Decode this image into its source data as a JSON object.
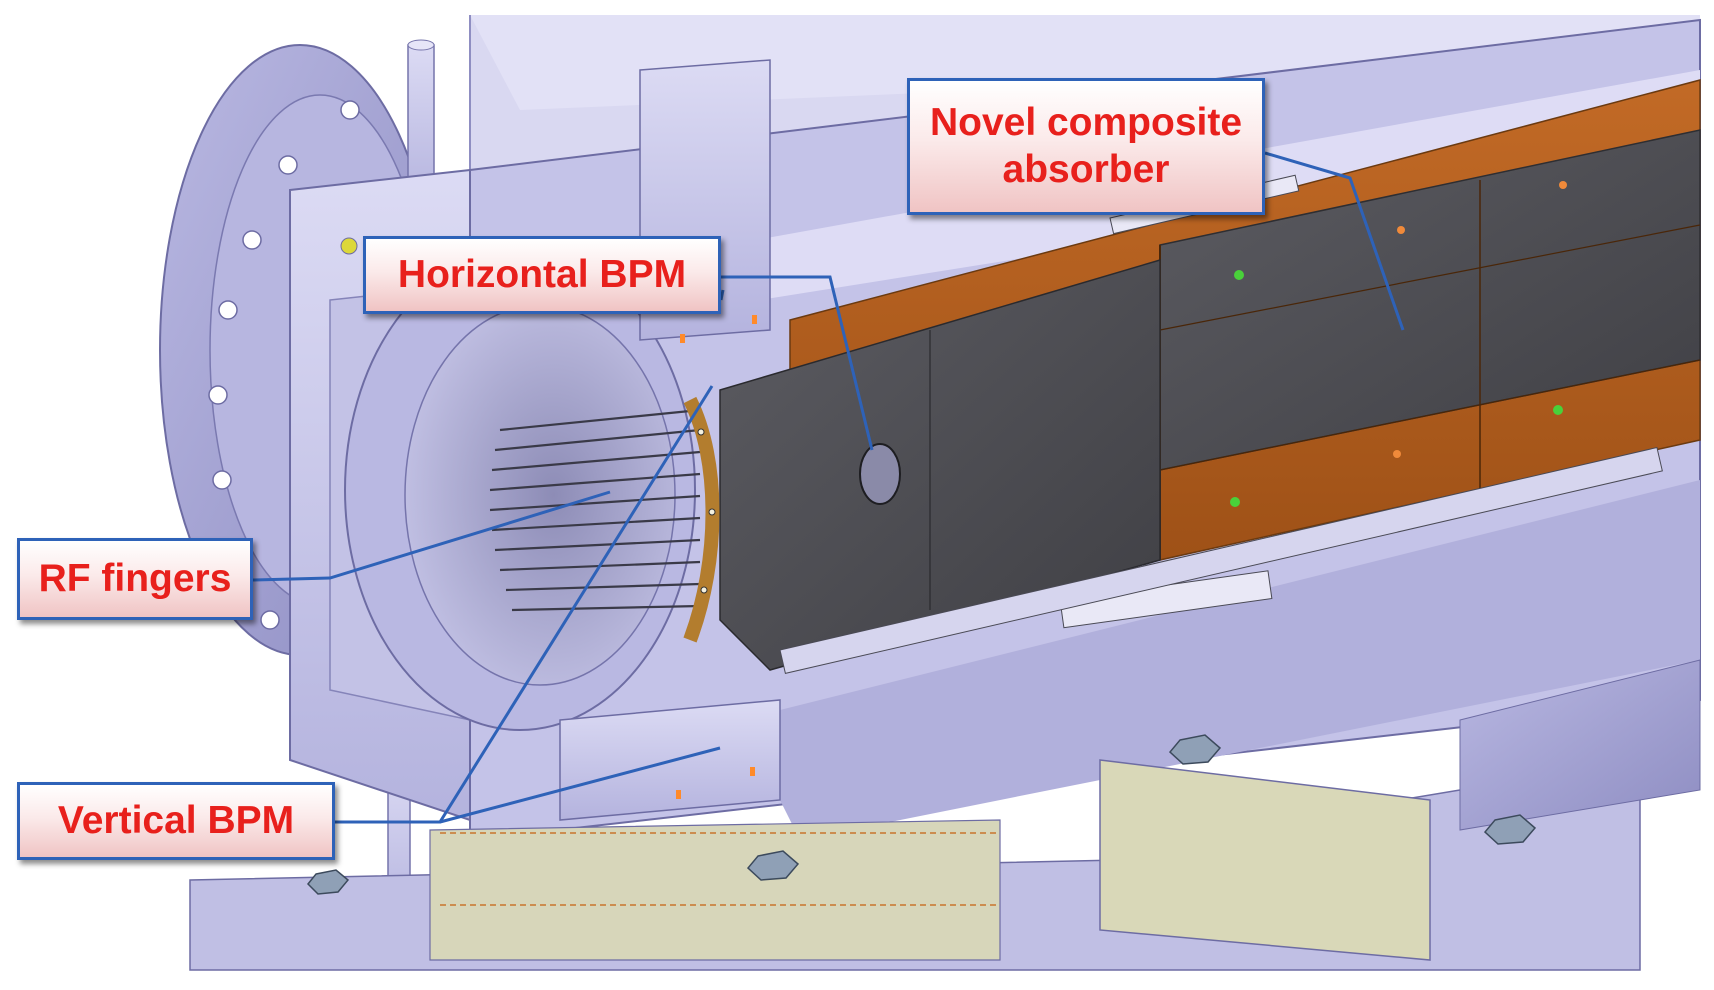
{
  "colors": {
    "body_metal": "#c9c8ea",
    "body_shade": "#a9a8d6",
    "copper": "#b5601f",
    "absorber_dark": "#4a4a4e",
    "leader_line": "#2e62b8",
    "label_text": "#e8201c"
  },
  "callouts": {
    "absorber": "Novel composite absorber",
    "horizontal_bpm": "Horizontal BPM",
    "rf_fingers": "RF fingers",
    "vertical_bpm": "Vertical BPM"
  }
}
